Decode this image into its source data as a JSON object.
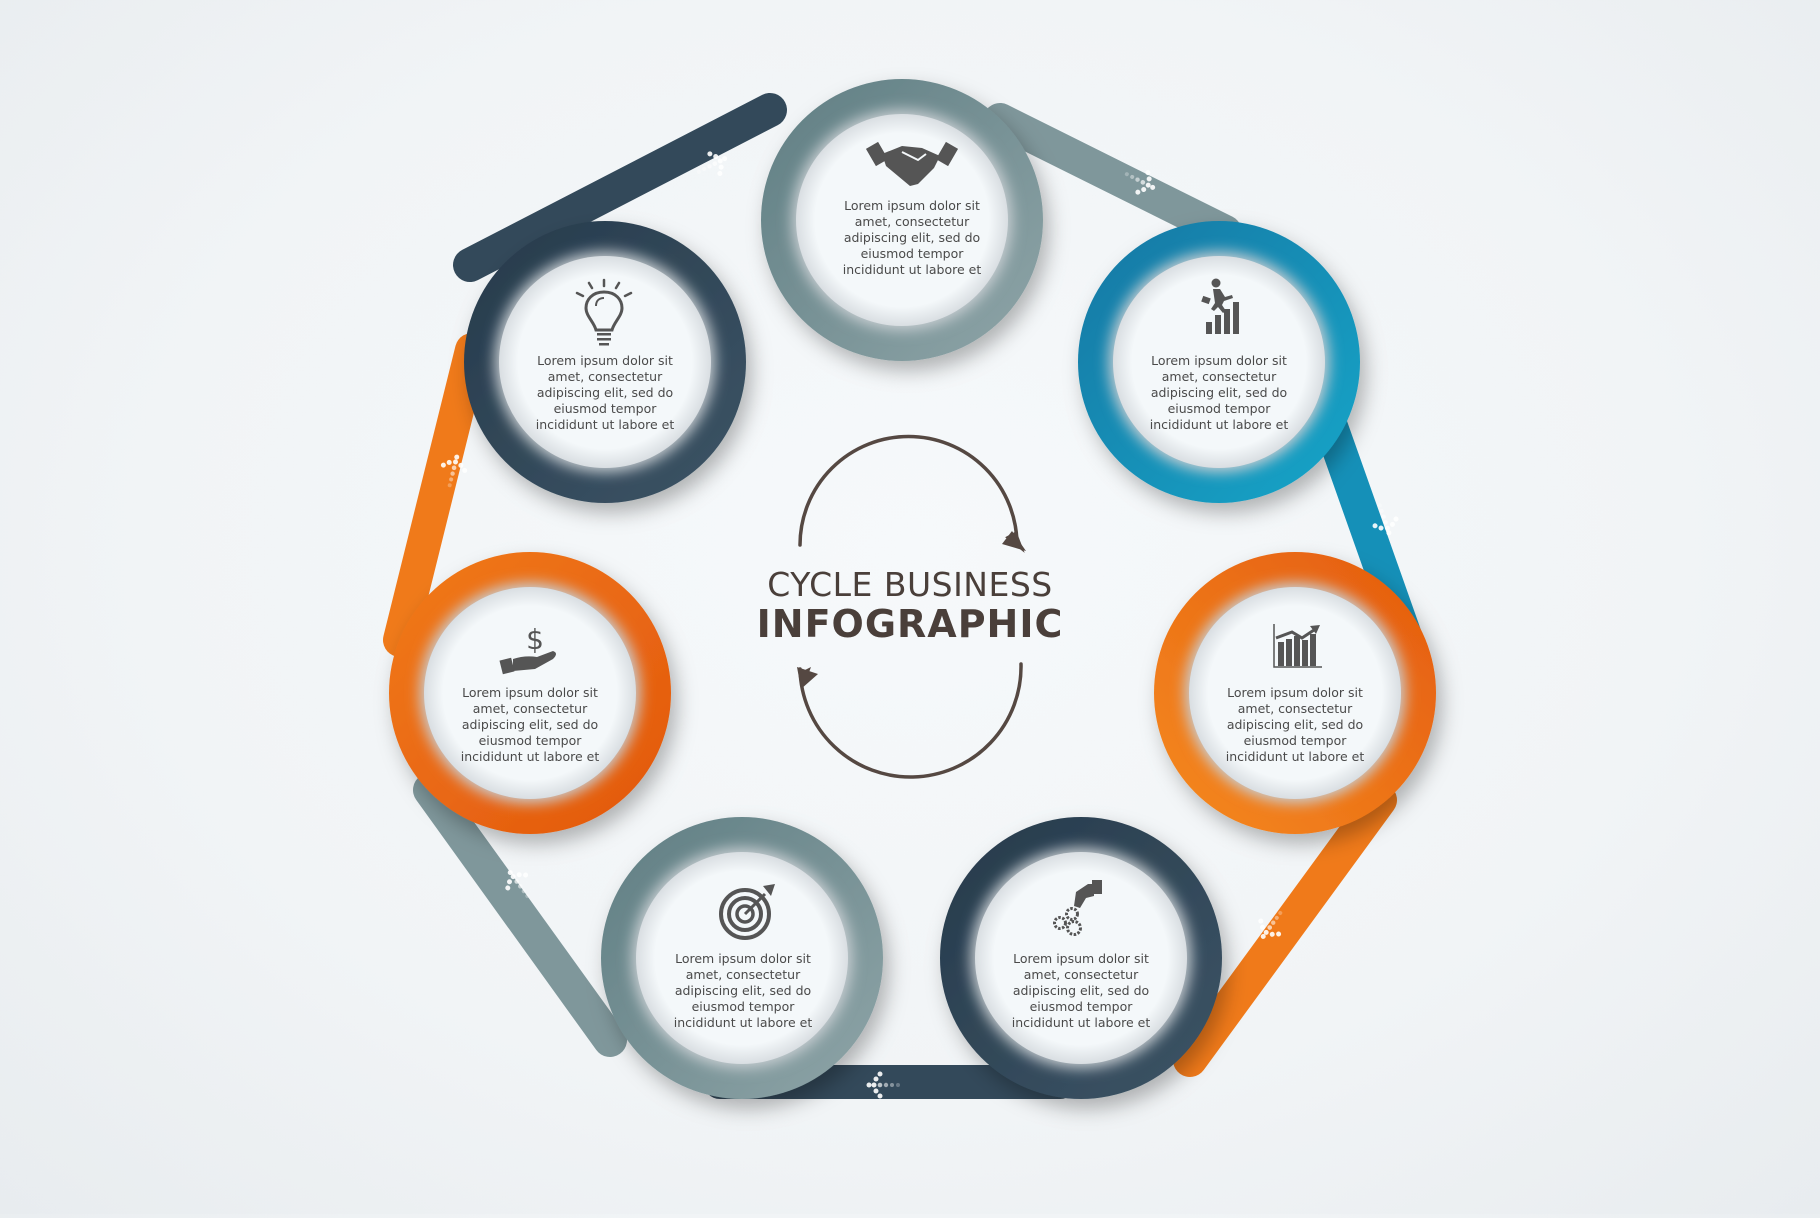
{
  "title": {
    "line1": "CYCLE BUSINESS",
    "line2": "INFOGRAPHIC"
  },
  "colors": {
    "background": "#f3f6f8",
    "gray_teal": "#6e8a8e",
    "blue": "#1583ab",
    "orange": "#ee6a12",
    "navy": "#2e4354",
    "text": "#4a4a4a",
    "title": "#4a3f3a"
  },
  "nodes": [
    {
      "id": "handshake",
      "icon": "handshake-icon",
      "color": "gray_teal",
      "lines": [
        "Lorem ipsum dolor sit",
        "amet, consectetur",
        "adipiscing elit, sed do",
        "eiusmod tempor",
        "incididunt ut labore et"
      ]
    },
    {
      "id": "growth",
      "icon": "businessman-climbing-bars-icon",
      "color": "blue",
      "lines": [
        "Lorem ipsum dolor sit",
        "amet, consectetur",
        "adipiscing elit, sed do",
        "eiusmod tempor",
        "incididunt ut labore et"
      ]
    },
    {
      "id": "chart",
      "icon": "bar-chart-trend-icon",
      "color": "orange",
      "lines": [
        "Lorem ipsum dolor sit",
        "amet, consectetur",
        "adipiscing elit, sed do",
        "eiusmod tempor",
        "incididunt ut labore et"
      ]
    },
    {
      "id": "gears",
      "icon": "hand-gears-icon",
      "color": "navy",
      "lines": [
        "Lorem ipsum dolor sit",
        "amet, consectetur",
        "adipiscing elit, sed do",
        "eiusmod tempor",
        "incididunt ut labore et"
      ]
    },
    {
      "id": "target",
      "icon": "target-arrow-icon",
      "color": "gray_teal",
      "lines": [
        "Lorem ipsum dolor sit",
        "amet, consectetur",
        "adipiscing elit, sed do",
        "eiusmod tempor",
        "incididunt ut labore et"
      ]
    },
    {
      "id": "money",
      "icon": "hand-dollar-icon",
      "color": "orange",
      "lines": [
        "Lorem ipsum dolor sit",
        "amet, consectetur",
        "adipiscing elit, sed do",
        "eiusmod tempor",
        "incididunt ut labore et"
      ]
    },
    {
      "id": "idea",
      "icon": "lightbulb-icon",
      "color": "navy",
      "lines": [
        "Lorem ipsum dolor sit",
        "amet, consectetur",
        "adipiscing elit, sed do",
        "eiusmod tempor",
        "incididunt ut labore et"
      ]
    }
  ],
  "center_icon": "cycle-arrows-icon"
}
